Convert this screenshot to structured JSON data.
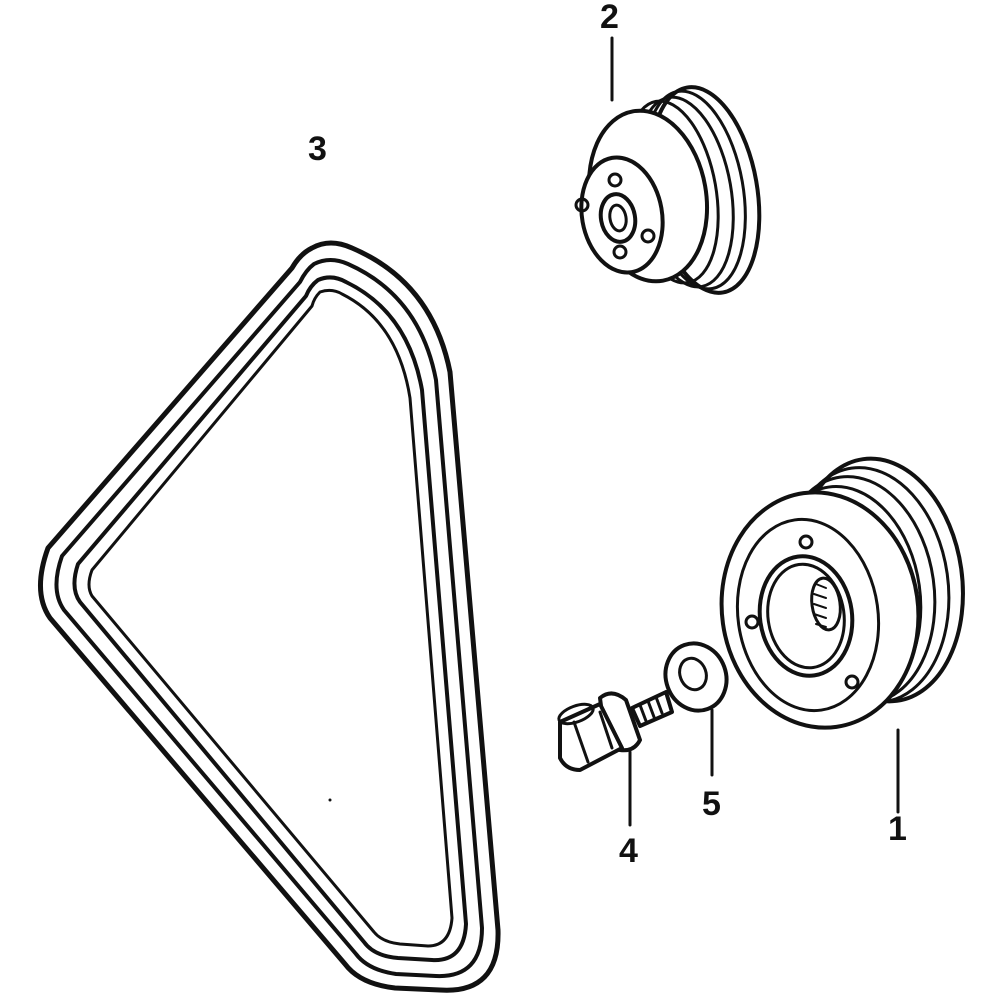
{
  "parts": [
    {
      "id": "part-1",
      "number": "1"
    },
    {
      "id": "part-2",
      "number": "2"
    },
    {
      "id": "part-3",
      "number": "3"
    },
    {
      "id": "part-4",
      "number": "4"
    },
    {
      "id": "part-5",
      "number": "5"
    }
  ],
  "colors": {
    "ink": "#111111",
    "paper": "#ffffff"
  }
}
